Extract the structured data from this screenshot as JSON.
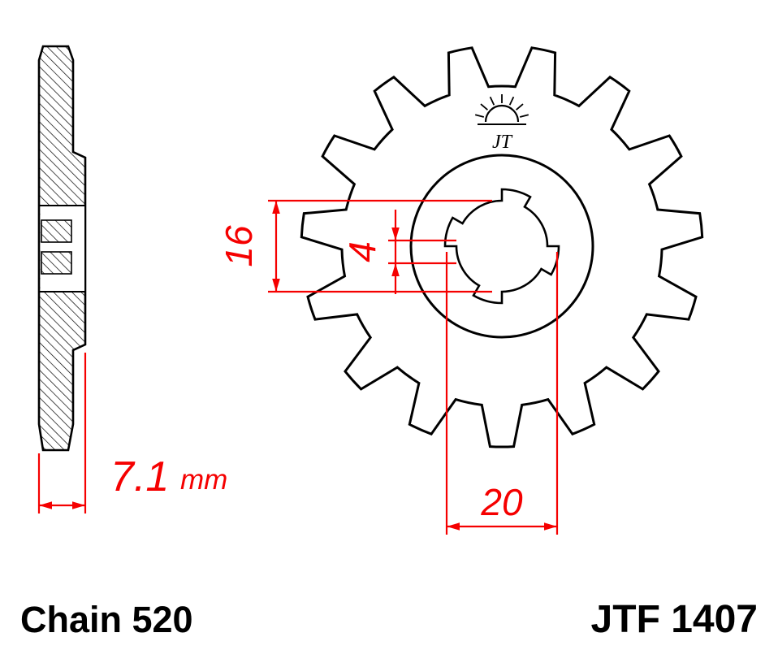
{
  "colors": {
    "dimension_red": "#f50000",
    "ink": "#000000",
    "background": "#ffffff"
  },
  "logo": {
    "text": "JT"
  },
  "dimensions": {
    "bore_diameter": {
      "value": "16"
    },
    "spline_slot": {
      "value": "4"
    },
    "spline_outer_diameter": {
      "value": "20"
    },
    "hub_width": {
      "value": "7.1",
      "unit": "mm"
    }
  },
  "labels": {
    "chain_size": "Chain 520",
    "part_number": "JTF 1407"
  }
}
